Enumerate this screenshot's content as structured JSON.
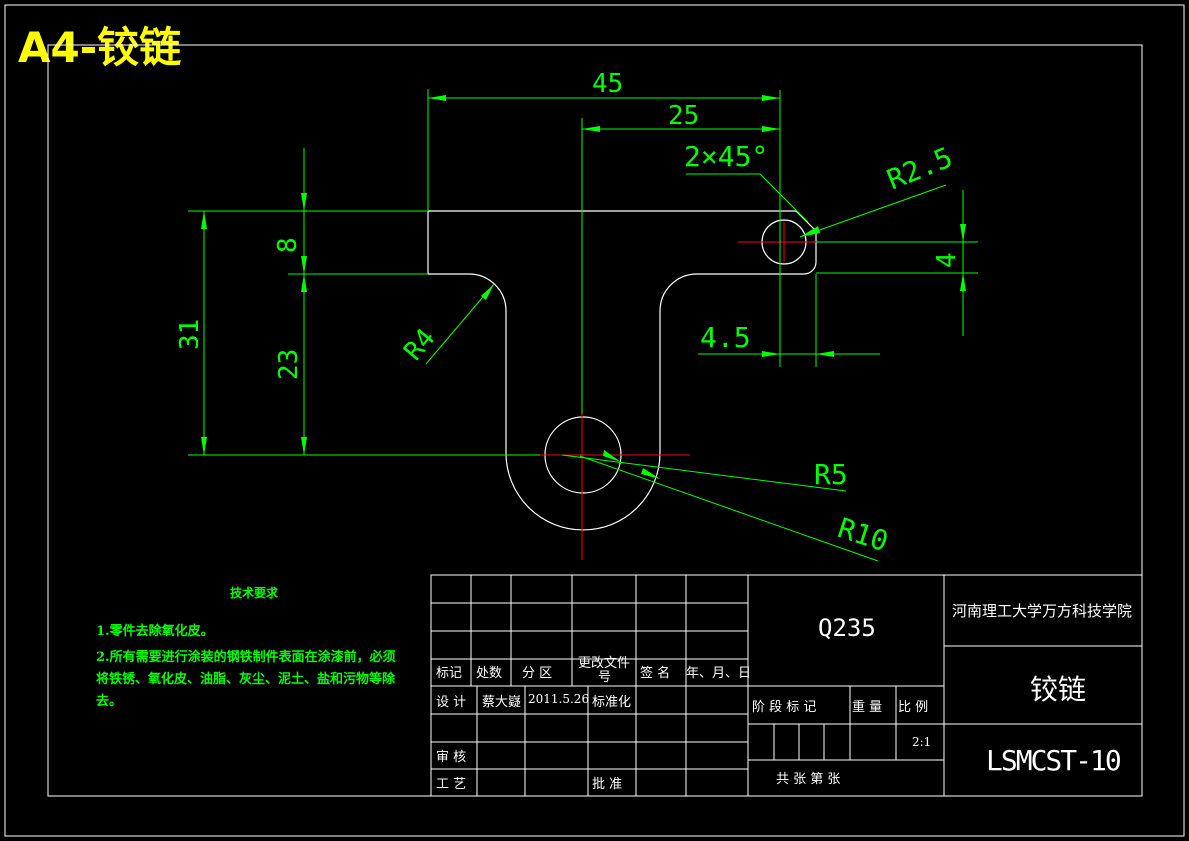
{
  "sheet_label": "A4-铰链",
  "dimensions": {
    "d45": "45",
    "d25": "25",
    "chamfer": "2×45°",
    "r2_5": "R2.5",
    "d4": "4",
    "d4_5": "4.5",
    "d8": "8",
    "d23": "23",
    "d31": "31",
    "r4": "R4",
    "r5": "R5",
    "r10": "R10"
  },
  "tech_requirements": {
    "title": "技术要求",
    "line1": "1.零件去除氧化皮。",
    "line2a": "2.所有需要进行涂装的钢铁制件表面在涂漆前，必须",
    "line2b": "将铁锈、氧化皮、油脂、灰尘、泥土、盐和污物等除",
    "line2c": "去。"
  },
  "title_block": {
    "mark": "标记",
    "count": "处数",
    "zone": "分  区",
    "change_doc_1": "更改文件",
    "change_doc_2": "号",
    "sign": "签  名",
    "date_col": "年、月、日",
    "design": "设  计",
    "designer": "蔡大嶷",
    "design_date": "2011.5.26",
    "standardize": "标准化",
    "review": "审  核",
    "process": "工  艺",
    "approve": "批  准",
    "material": "Q235",
    "stage": "阶  段  标  记",
    "weight": "重  量",
    "scale_label": "比  例",
    "scale": "2:1",
    "sheets": "共      张   第      张",
    "school": "河南理工大学万方科技学院",
    "part_name": "铰链",
    "drawing_no": "LSMCST-10"
  },
  "colors": {
    "outline": "#ffffff",
    "dimension": "#00ff00",
    "centerline": "#ff0000",
    "label": "#ffff00"
  }
}
